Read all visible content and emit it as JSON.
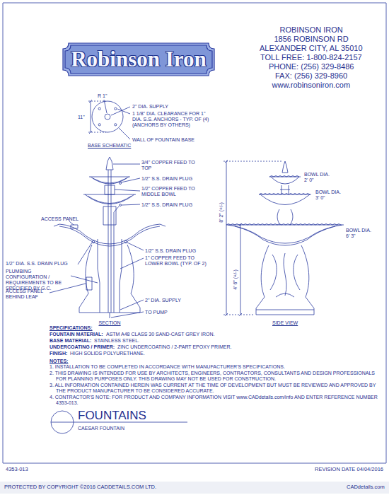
{
  "diagram": {
    "title": "FOUNTAINS",
    "caption": "CAESAR FOUNTAIN",
    "nodes": [
      {
        "text": [
          "Robinson Iron"
        ]
      }
    ],
    "labels": [
      "ROBINSON IRON",
      "1856 ROBINSON RD",
      "ALEXANDER CITY, AL 35010",
      "TOLL FREE: 1-800-824-2157",
      "PHONE: (256) 329-8486",
      "FAX: (256) 329-8960",
      "www.robinsoniron.com",
      "R 1\"",
      "11\"",
      "2\" DIA. SUPPLY",
      "1 1/8\" DIA. CLEARANCE FOR 1\" DIA. S.S. ANCHORS - TYP. OF (4) (ANCHORS BY OTHERS)",
      "WALL OF FOUNTAIN BASE",
      "BASE SCHEMATIC",
      "3/4\" COPPER FEED TO TOP",
      "1/2\" S.S. DRAIN PLUG",
      "1/2\" COPPER FEED TO MIDDLE BOWL",
      "1/2\" S.S. DRAIN PLUG",
      "ACCESS PANEL",
      "1/2\" S.S. DRAIN PLUG",
      "1\" COPPER FEED TO LOWER BOWL (TYP. OF 2)",
      "1/2\" DIA. S.S. DRAIN PLUG",
      "PLUMBING CONFIGURATION / REQUIREMENTS TO BE SPECIFIED BY G.C.",
      "ACCESS PANEL BEHIND LEAF",
      "2\" DIA. SUPPLY",
      "TO PUMP",
      "SECTION",
      "BOWL DIA. 2' 0\"",
      "BOWL DIA. 3' 0\"",
      "BOWL DIA. 6' 3\"",
      "8' 2\" (+/-)",
      "4' 6\" (+/-)",
      "SIDE VIEW",
      "SPECIFICATIONS:",
      "FOUNTAIN MATERIAL:",
      "ASTM A48 CLASS 30 SAND-CAST GREY IRON.",
      "BASE MATERIAL:",
      "STAINLESS STEEL.",
      "UNDERCOATING / PRIMER:",
      "ZINC UNDERCOATING / 2-PART EPOXY PRIMER.",
      "FINISH:",
      "HIGH SOLIDS POLYURETHANE.",
      "NOTES:",
      "1. INSTALLATION TO BE COMPLETED IN ACCORDANCE WITH MANUFACTURER'S SPECIFICATIONS.",
      "2. THIS DRAWING IS INTENDED FOR USE BY ARCHITECTS, ENGINEERS, CONTRACTORS, CONSULTANTS AND DESIGN PROFESSIONALS FOR PLANNING PURPOSES ONLY. THIS DRAWING MAY NOT BE USED FOR CONSTRUCTION.",
      "3. ALL INFORMATION CONTAINED HEREIN WAS CURRENT AT THE TIME OF DEVELOPMENT BUT MUST BE REVIEWED AND APPROVED BY THE PRODUCT MANUFACTURER TO BE CONSIDERED ACCURATE.",
      "4. CONTRACTOR'S NOTE: FOR PRODUCT AND COMPANY INFORMATION VISIT www.CADdetails.com/info AND ENTER REFERENCE NUMBER 4353-013.",
      "4353-013",
      "REVISION DATE 04/04/2016",
      "PROTECTED BY COPYRIGHT ©2016 CADDETAILS.COM LTD.",
      "CADdetails.com"
    ]
  }
}
